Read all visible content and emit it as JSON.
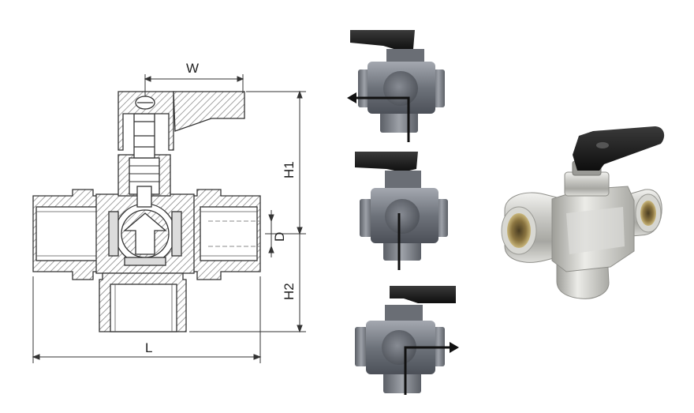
{
  "drawing": {
    "dimensions": {
      "width_label": "W",
      "h1_label": "H1",
      "h2_label": "H2",
      "d_label": "D",
      "length_label": "L"
    }
  },
  "flow_diagrams": [
    {
      "position": "upper",
      "flow_path": "bottom-to-left"
    },
    {
      "position": "middle",
      "flow_path": "bottom-straight"
    },
    {
      "position": "lower",
      "flow_path": "bottom-to-right"
    }
  ],
  "colors": {
    "handle": "#1b1b1b",
    "valve_body_dark": "#5a5e66",
    "valve_body_light": "#8d929a",
    "flow_arrow": "#111111",
    "chrome": "#c9c9c6",
    "drawing_line": "#333333",
    "hatch": "#777777"
  }
}
